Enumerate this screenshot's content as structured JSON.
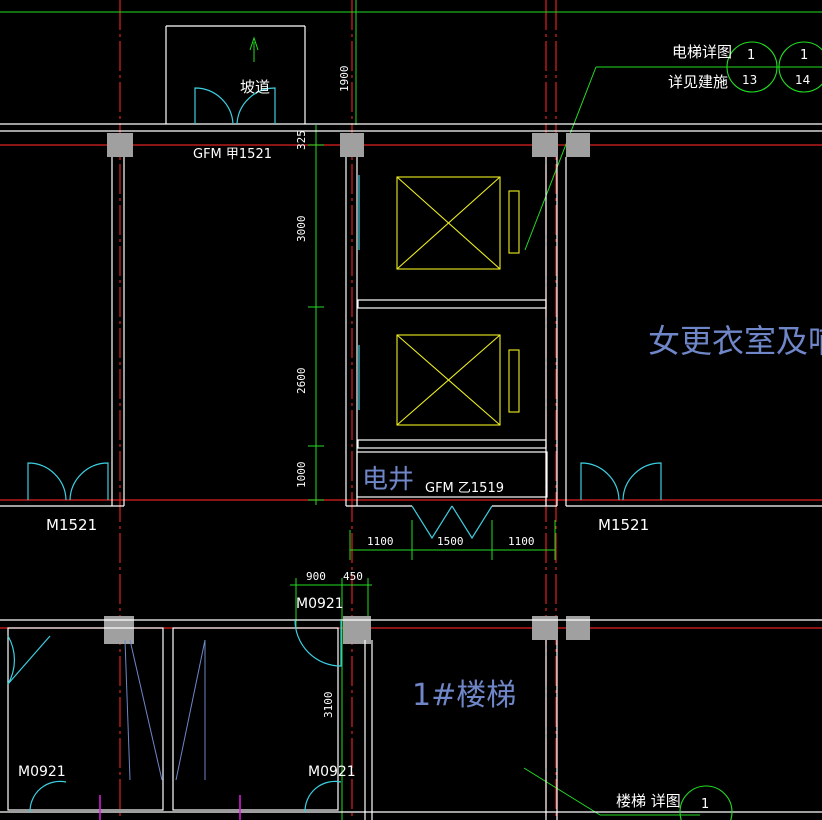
{
  "drawing": {
    "callouts": {
      "elevator_detail_title": "电梯详图",
      "elevator_detail_note": "详见建施",
      "elevator_detail_circle1_top": "1",
      "elevator_detail_circle1_bottom": "13",
      "elevator_detail_circle2_top": "1",
      "elevator_detail_circle2_bottom": "14",
      "stair_detail_title": "楼梯 详图",
      "stair_detail_circle_top": "1"
    },
    "rooms": {
      "ramp": "坡道",
      "female_locker": "女更衣室及哺乳",
      "elevator_shaft": "电井",
      "stair": "1#楼梯"
    },
    "doors": {
      "fire_door_a": "GFM 甲1521",
      "fire_door_b": "GFM 乙1519",
      "m1521_left": "M1521",
      "m1521_right": "M1521",
      "m0921_top": "M0921",
      "m0921_left": "M0921",
      "m0921_right": "M0921"
    },
    "dimensions": {
      "d1900": "1900",
      "d325": "325",
      "d3000": "3000",
      "d2600": "2600",
      "d1000": "1000",
      "d1100a": "1100",
      "d1500": "1500",
      "d1100b": "1100",
      "d900": "900",
      "d450": "450",
      "d3100": "3100"
    },
    "colors": {
      "background": "#000000",
      "axis_red": "#e02020",
      "wall_white": "#ffffff",
      "dim_green": "#22dd22",
      "door_cyan": "#3ccfe0",
      "elevator_yellow": "#eeee22",
      "column_gray": "#a0a0a0",
      "text_blue": "#6f86c8",
      "magenta": "#e020e0"
    }
  }
}
